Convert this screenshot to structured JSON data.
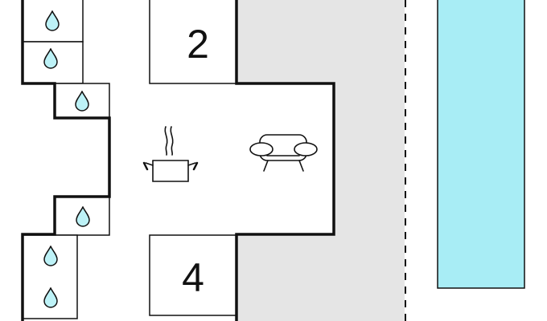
{
  "floor_plan": {
    "rooms": [
      {
        "id": "room-2",
        "label": "2"
      },
      {
        "id": "room-4",
        "label": "4"
      }
    ],
    "icons": {
      "bathroom_fixtures": "water-drop-icon",
      "kitchen": "cooking-pot-icon",
      "living_room": "sofa-icon"
    },
    "colors": {
      "wall": "#111111",
      "terrace": "#e5e5e5",
      "pool": "#a8edf5",
      "drop": "#bdf2f7",
      "background": "#ffffff"
    }
  }
}
